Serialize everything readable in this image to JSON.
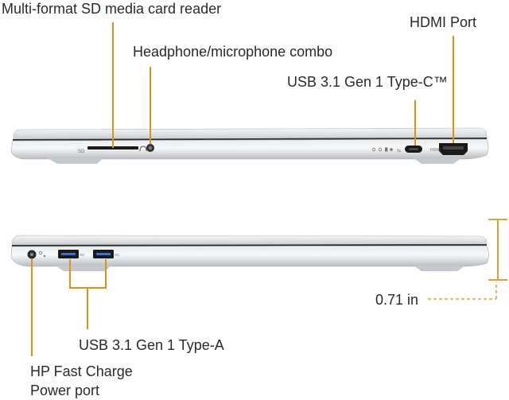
{
  "callouts": {
    "sd_reader": "Multi-format SD media card reader",
    "headphone": "Headphone/microphone combo",
    "hdmi": "HDMI Port",
    "usb_c": "USB 3.1 Gen 1 Type-C™",
    "usb_a": "USB  3.1 Gen 1 Type-A",
    "power_line1": "HP Fast Charge",
    "power_line2": "Power port",
    "thickness": "0.71 in"
  },
  "colors": {
    "callout_line": "#d9921a",
    "chassis_light": "#eceef0",
    "chassis_mid": "#c9cdd1",
    "chassis_dark": "#8d9297",
    "port_black": "#1a1a1a",
    "dimension": "#e0a03a"
  },
  "icons": [
    "sd-card-slot",
    "audio-jack",
    "usb-c-port",
    "hdmi-port",
    "usb-a-port",
    "power-port"
  ]
}
